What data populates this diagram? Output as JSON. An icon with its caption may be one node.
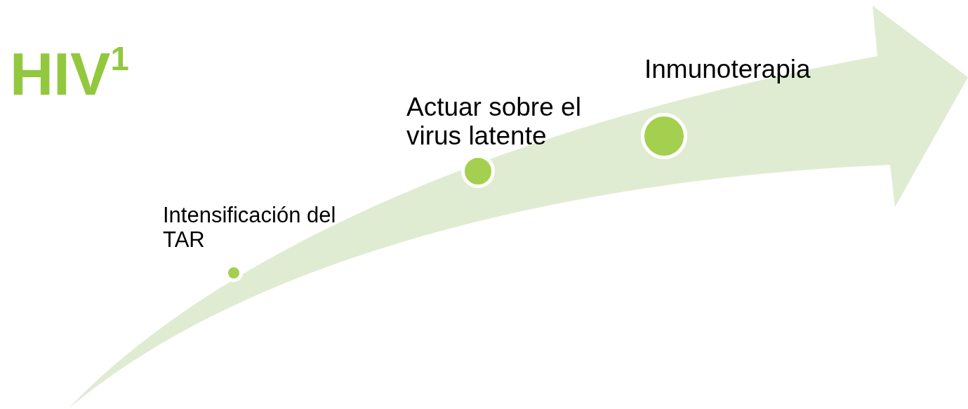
{
  "diagram": {
    "title": "HIV$^{1}$",
    "nodes": [
      {
        "text": [],
        "shape": "circle",
        "beside": [
          "Intensificación del TAR"
        ]
      },
      {
        "text": [],
        "shape": "circle",
        "beside": [
          "Actuar sobre el virus latente"
        ]
      },
      {
        "text": [],
        "shape": "circle",
        "beside": [
          "Inmunoterapia"
        ]
      }
    ]
  }
}
